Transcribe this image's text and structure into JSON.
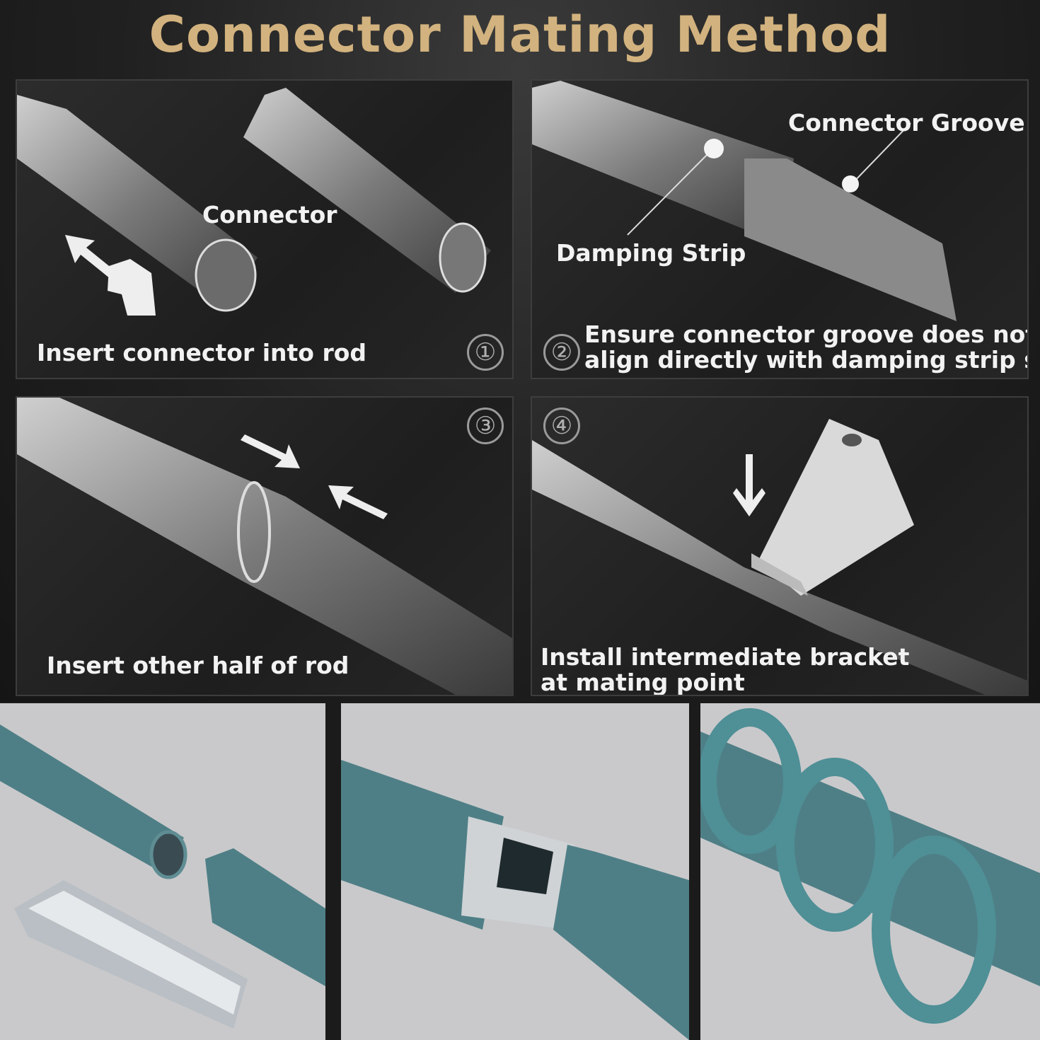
{
  "title": "Connector Mating Method",
  "steps": [
    {
      "number": "①",
      "caption": "Insert connector into rod",
      "label": "Connector"
    },
    {
      "number": "②",
      "caption_line1": "Ensure connector groove does not",
      "caption_line2": "align directly with damping strip slot",
      "label_groove": "Connector Groove",
      "label_strip": "Damping Strip"
    },
    {
      "number": "③",
      "caption": "Insert other half of rod"
    },
    {
      "number": "④",
      "caption_line1": "Install intermediate bracket",
      "caption_line2": "at mating point"
    }
  ],
  "colors": {
    "title": "#d2b27e",
    "rod_teal": "#4f7f86",
    "panel_bg": "#262626"
  },
  "icons": [
    "arrow-icon",
    "hand-icon",
    "down-arrow-icon",
    "bracket-icon"
  ]
}
